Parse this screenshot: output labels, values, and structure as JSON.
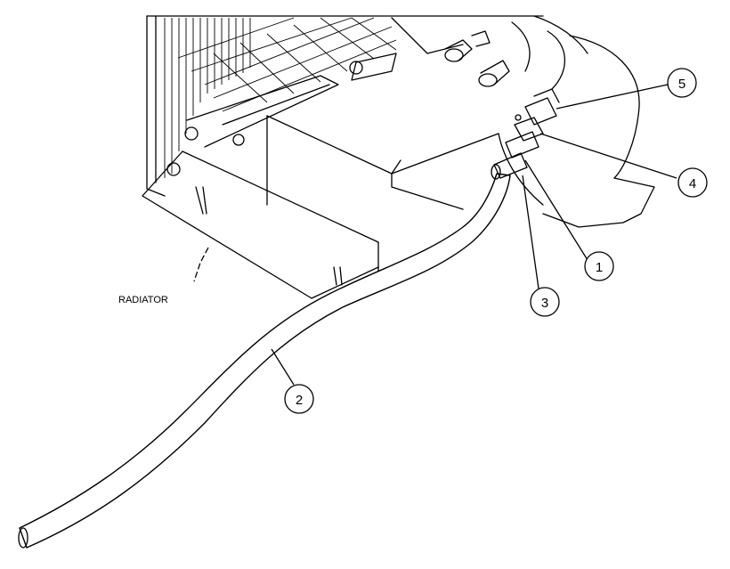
{
  "labels": {
    "radiator": "RADIATOR"
  },
  "callouts": [
    {
      "id": "1",
      "text": "1"
    },
    {
      "id": "2",
      "text": "2"
    },
    {
      "id": "3",
      "text": "3"
    },
    {
      "id": "4",
      "text": "4"
    },
    {
      "id": "5",
      "text": "5"
    }
  ]
}
